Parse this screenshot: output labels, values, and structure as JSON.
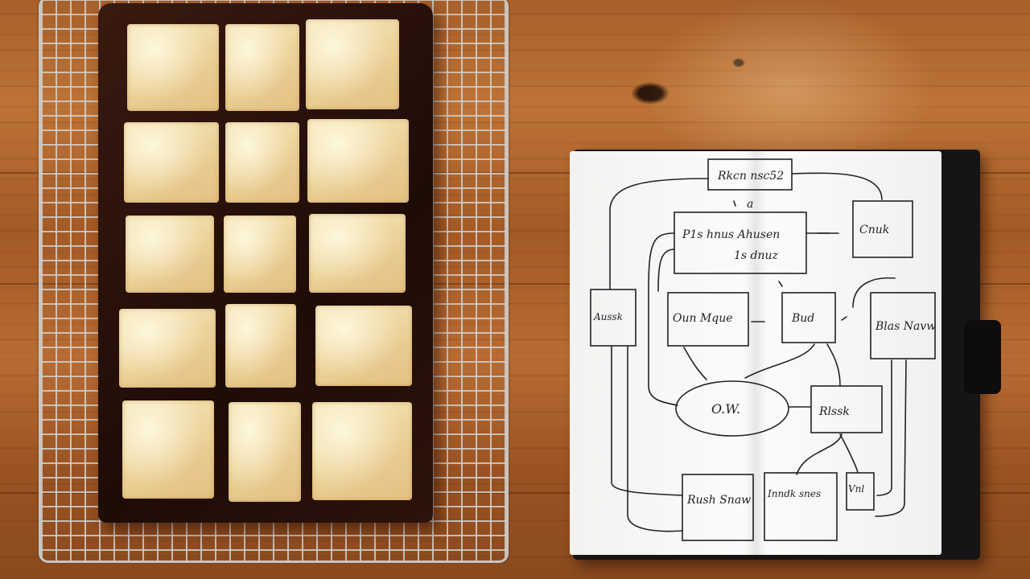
{
  "scene": {
    "description_tags": [
      "wooden-table",
      "cooling-rack",
      "baking-pan",
      "cake-squares",
      "notebook",
      "hand-drawn-diagram"
    ],
    "colors": {
      "wood": "#b06a30",
      "pan": "#2a120a",
      "cake": "#efd8a2",
      "paper": "#f7f7f5",
      "ink": "#222222"
    }
  },
  "notebook": {
    "diagram_labels": {
      "top_box": "Rkcn nsc52",
      "top_arrow_mark": "a",
      "main_box": "P1s hnus   Ahusen",
      "main_box_line2": "1s dnuz",
      "right_box_top": "Cnuk",
      "left_small_box": "Aussk",
      "middle_box": "Oun Mque",
      "small_box": "Bud",
      "right_box_mid": "Blas Navw",
      "ellipse": "O.W.",
      "bottom_right_box": "Rlssk",
      "bottom_left_box": "Rush Snaw",
      "bottom_mid_box": "Inndk snes",
      "bottom_small_box": "Vnl"
    }
  }
}
